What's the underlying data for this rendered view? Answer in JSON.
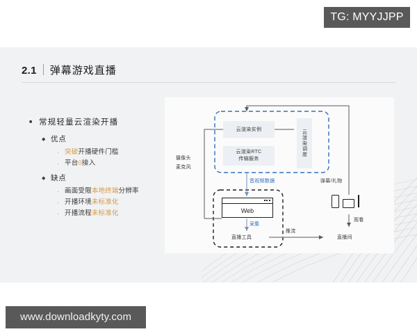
{
  "watermarks": {
    "telegram": "TG: MYYJJPP",
    "url": "www.downloadkyty.com"
  },
  "slide": {
    "number": "2.1",
    "title": "弹幕游戏直播",
    "background": "#f1f2f3"
  },
  "colors": {
    "highlight_orange": "#d79a49",
    "accent_blue": "#2f6fc0",
    "text_dark": "#2b2b2b",
    "badge_gray": "#595959"
  },
  "bullets": {
    "heading": "常规轻量云渲染开播",
    "groups": [
      {
        "label": "优点",
        "items": [
          {
            "pre": "",
            "hl": "突破",
            "post": "开播硬件门槛",
            "dot_orange": true
          },
          {
            "pre": "平台",
            "hl": "0",
            "post": "接入",
            "dot_orange": false
          }
        ]
      },
      {
        "label": "缺点",
        "items": [
          {
            "pre": "画面受限",
            "hl": "本地终端",
            "post": "分辨率",
            "dot_orange": false
          },
          {
            "pre": "开播环境",
            "hl": "未标准化",
            "post": "",
            "dot_orange": false
          },
          {
            "pre": "开播流程",
            "hl": "未标准化",
            "post": "",
            "dot_orange": false
          }
        ]
      }
    ]
  },
  "diagram": {
    "cloud_group": {
      "border_style": "dashed-blue",
      "instance_box": "云渲染实例",
      "rtc_box_line1": "云渲染RTC",
      "rtc_box_line2": "传输服务",
      "scheduler_box": "云渲染调度"
    },
    "local_group": {
      "border_style": "dashed-black",
      "web_window": "Web",
      "live_tool": "直播工具"
    },
    "labels": {
      "camera": "摄像头",
      "microphone": "麦克风",
      "av_data": "音视频数据",
      "capture": "采集",
      "push_stream": "推流",
      "danmaku_gift": "弹幕/礼物",
      "watch": "观看",
      "live_room": "直播间"
    },
    "devices": [
      "phone",
      "tablet",
      "laptop"
    ]
  }
}
